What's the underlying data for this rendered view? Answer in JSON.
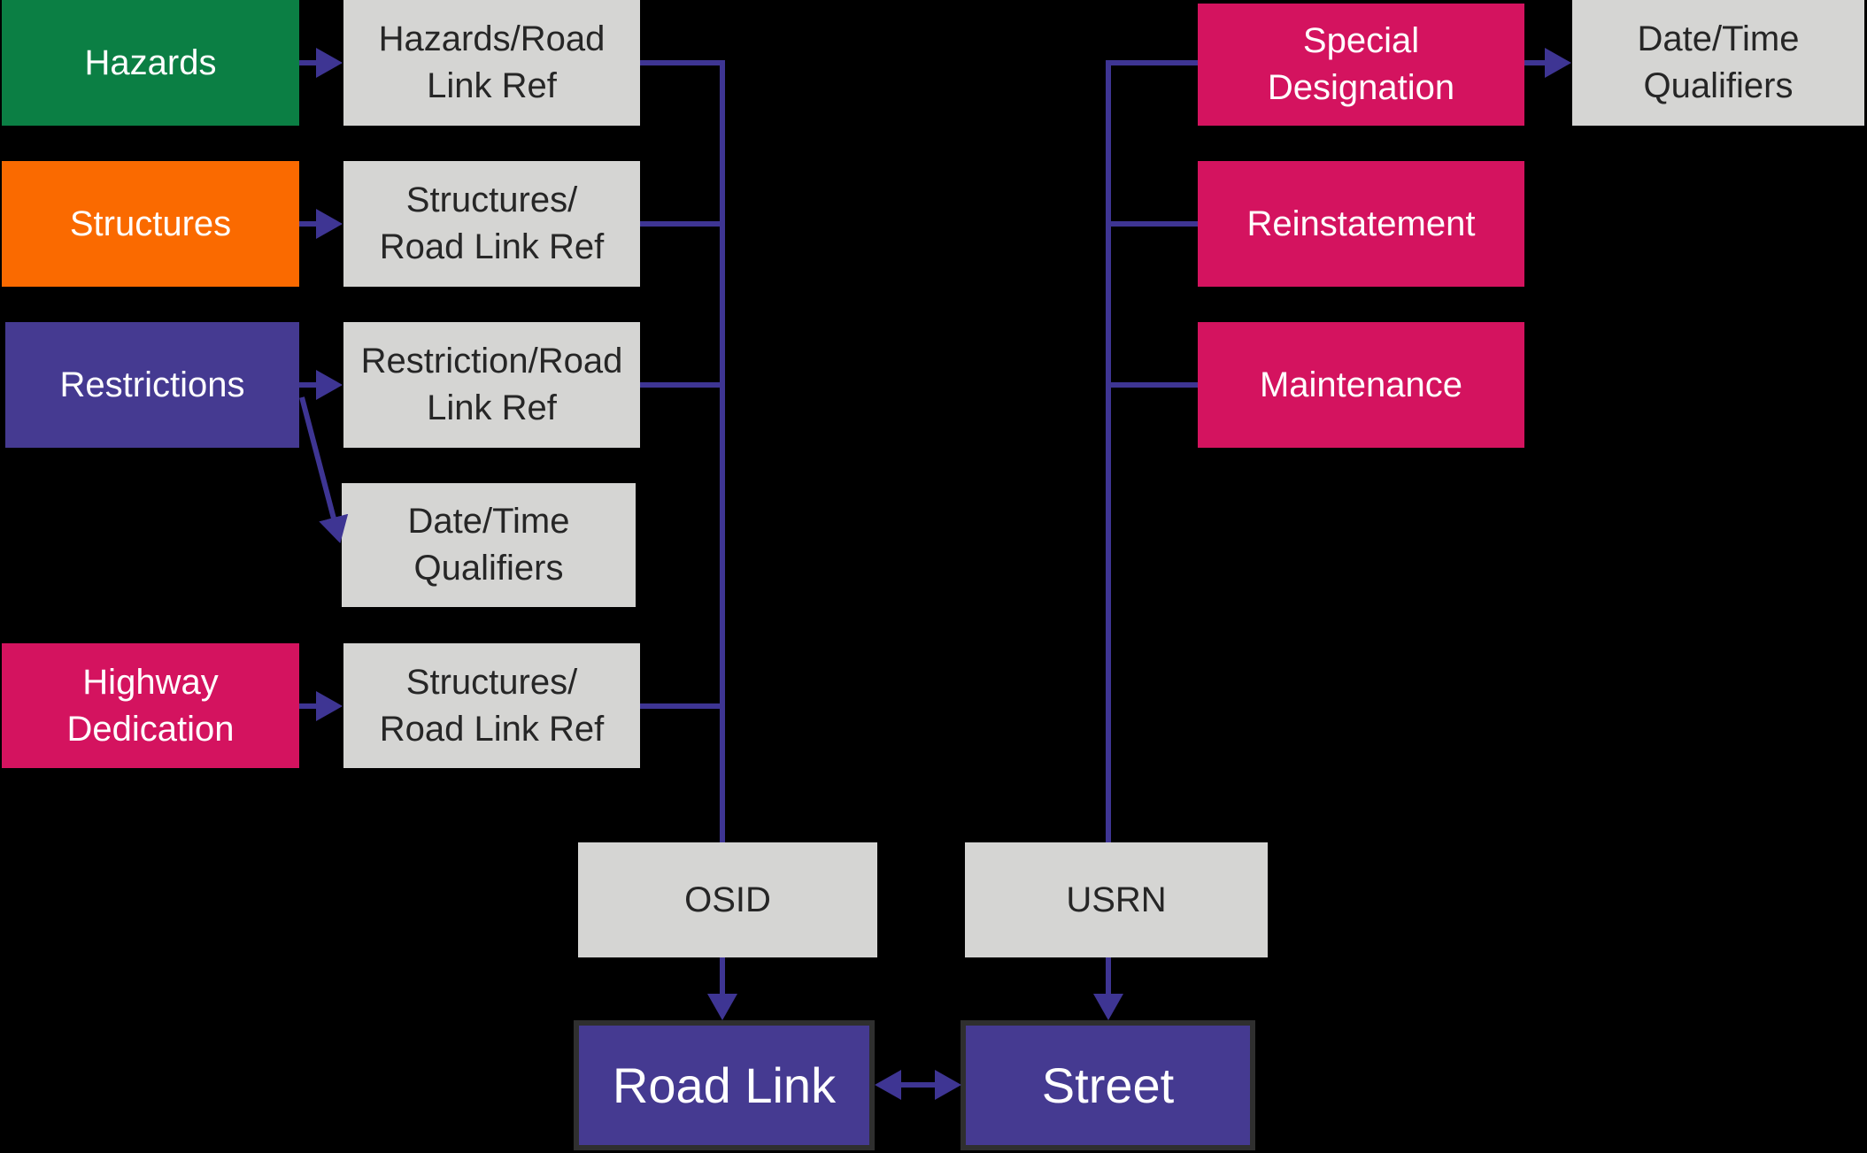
{
  "diagram": {
    "background": "#000000",
    "palette": {
      "green": "#0b7f44",
      "orange": "#fa6a00",
      "purple": "#453a91",
      "pink": "#d4135f",
      "gray": "#d5d5d3",
      "line": "#3e3593",
      "dark_border": "#2f2f2f",
      "text_on_color": "#ffffff",
      "text_on_gray": "#262626"
    },
    "nodes": {
      "hazards": {
        "line1": "Hazards"
      },
      "hazards_road_link_ref": {
        "line1": "Hazards/Road",
        "line2": "Link Ref"
      },
      "structures": {
        "line1": "Structures"
      },
      "structures_road_link_ref": {
        "line1": "Structures/",
        "line2": "Road Link Ref"
      },
      "restrictions": {
        "line1": "Restrictions"
      },
      "restriction_road_link_ref": {
        "line1": "Restriction/Road",
        "line2": "Link Ref"
      },
      "date_time_qualifiers_left": {
        "line1": "Date/Time",
        "line2": "Qualifiers"
      },
      "highway_dedication": {
        "line1": "Highway",
        "line2": "Dedication"
      },
      "structures_road_link_ref_2": {
        "line1": "Structures/",
        "line2": "Road Link Ref"
      },
      "special_designation": {
        "line1": "Special",
        "line2": "Designation"
      },
      "date_time_qualifiers_right": {
        "line1": "Date/Time",
        "line2": "Qualifiers"
      },
      "reinstatement": {
        "line1": "Reinstatement"
      },
      "maintenance": {
        "line1": "Maintenance"
      },
      "osid": {
        "line1": "OSID"
      },
      "usrn": {
        "line1": "USRN"
      },
      "road_link": {
        "line1": "Road Link"
      },
      "street": {
        "line1": "Street"
      }
    }
  }
}
